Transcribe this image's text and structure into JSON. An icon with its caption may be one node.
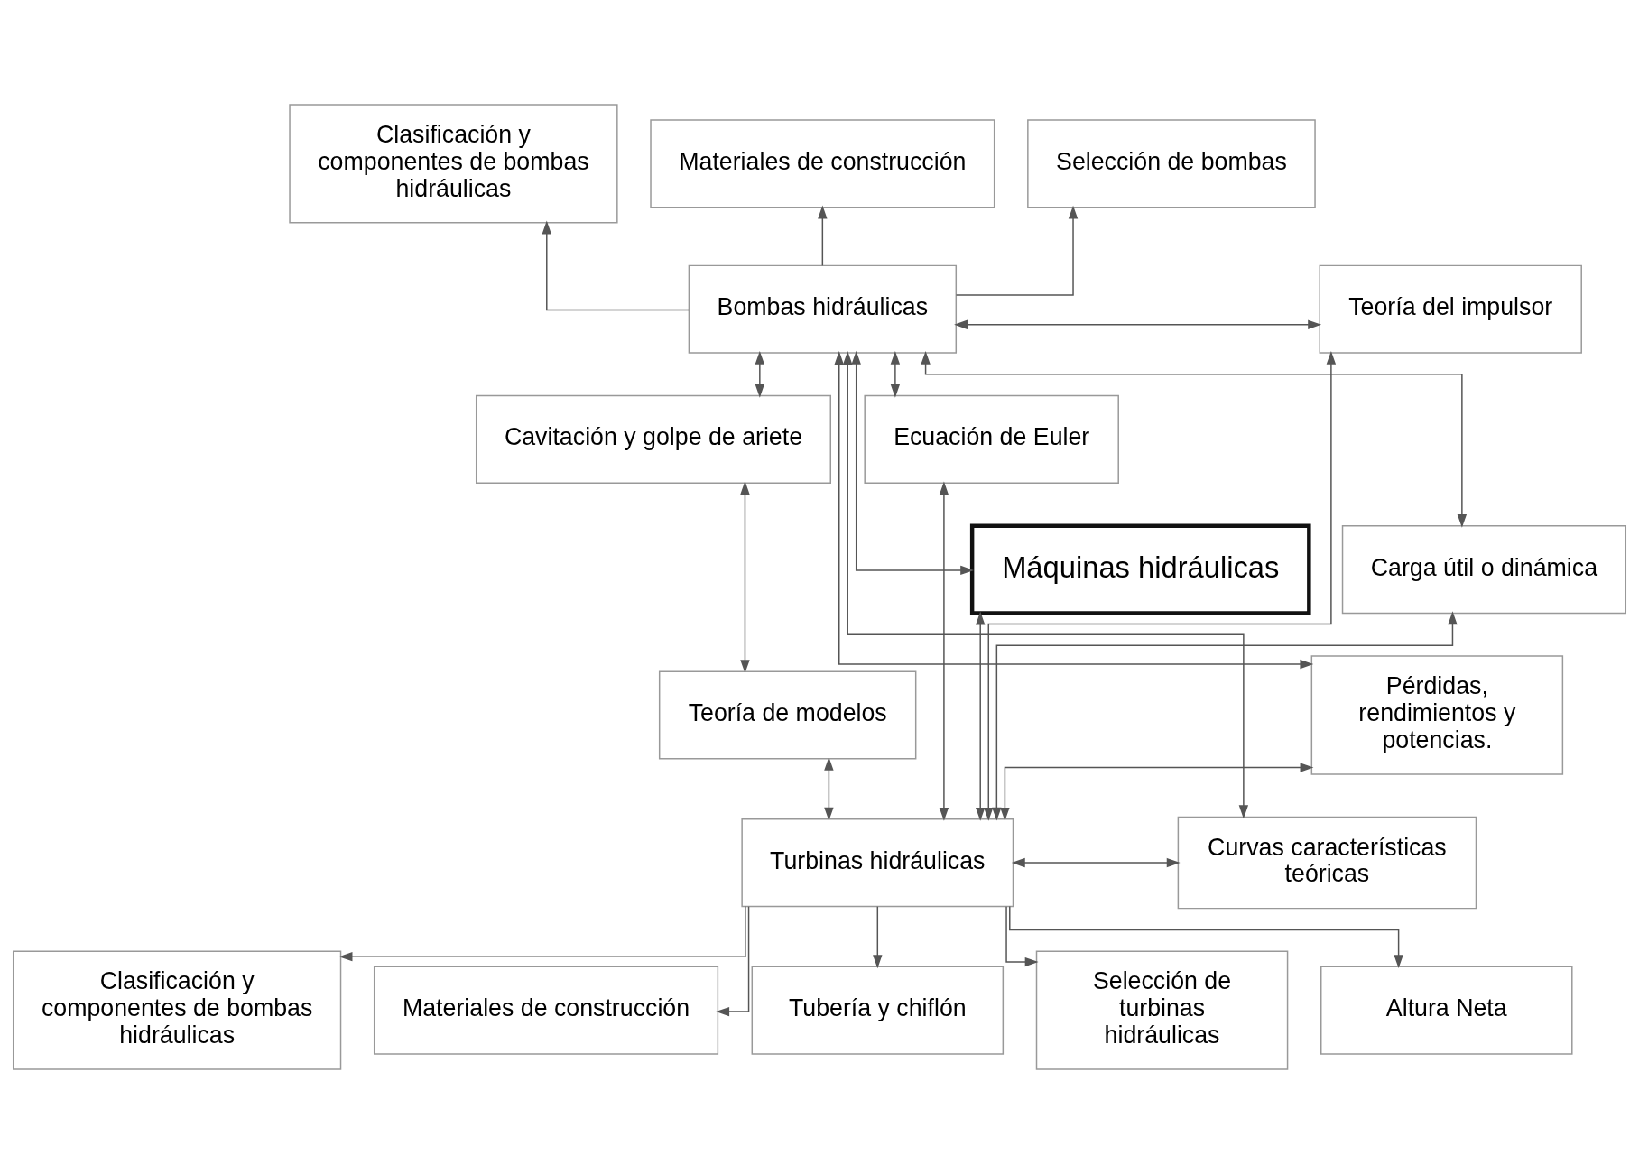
{
  "diagram": {
    "nodes": [
      {
        "text": [
          "Clasificación y componentes de bombas hidráulicas"
        ]
      },
      {
        "text": [
          "Materiales de construcción"
        ]
      },
      {
        "text": [
          "Selección de bombas"
        ]
      },
      {
        "text": [
          "Bombas hidráulicas"
        ]
      },
      {
        "text": [
          "Teoría del impulsor"
        ]
      },
      {
        "text": [
          "Cavitación y golpe de ariete"
        ]
      },
      {
        "text": [
          "Ecuación de Euler"
        ]
      },
      {
        "text": [
          "Máquinas hidráulicas"
        ]
      },
      {
        "text": [
          "Carga útil o dinámica"
        ]
      },
      {
        "text": [
          "Teoría de modelos"
        ]
      },
      {
        "text": [
          "Pérdidas, rendimientos y potencias."
        ]
      },
      {
        "text": [
          "Turbinas hidráulicas"
        ]
      },
      {
        "text": [
          "Curvas características teóricas"
        ]
      },
      {
        "text": [
          "Clasificación y componentes de bombas hidráulicas"
        ]
      },
      {
        "text": [
          "Materiales de construcción"
        ]
      },
      {
        "text": [
          "Tubería y chiflón"
        ]
      },
      {
        "text": [
          "Selección de turbinas hidráulicas"
        ]
      },
      {
        "text": [
          "Altura Neta"
        ]
      }
    ],
    "edges": [
      {
        "from": 3,
        "to": 0,
        "arrow": "to"
      },
      {
        "from": 3,
        "to": 1,
        "arrow": "to"
      },
      {
        "from": 3,
        "to": 2,
        "arrow": "to"
      },
      {
        "from": 3,
        "to": 5,
        "arrow": "both"
      },
      {
        "from": 3,
        "to": 7,
        "arrow": "both"
      },
      {
        "from": 5,
        "to": 9,
        "arrow": "both"
      },
      {
        "from": 7,
        "to": 11,
        "arrow": "both"
      },
      {
        "from": 9,
        "to": 11,
        "arrow": "both"
      },
      {
        "from": 3,
        "to": 4,
        "arrow": "both"
      },
      {
        "from": 3,
        "to": 6,
        "arrow": "both"
      },
      {
        "from": 3,
        "to": 8,
        "arrow": "both"
      },
      {
        "from": 3,
        "to": 10,
        "arrow": "both"
      },
      {
        "from": 3,
        "to": 12,
        "arrow": "both"
      },
      {
        "from": 11,
        "to": 4,
        "arrow": "both"
      },
      {
        "from": 11,
        "to": 6,
        "arrow": "both"
      },
      {
        "from": 11,
        "to": 8,
        "arrow": "both"
      },
      {
        "from": 11,
        "to": 10,
        "arrow": "both"
      },
      {
        "from": 11,
        "to": 12,
        "arrow": "both"
      },
      {
        "from": 11,
        "to": 13,
        "arrow": "to"
      },
      {
        "from": 11,
        "to": 14,
        "arrow": "to"
      },
      {
        "from": 11,
        "to": 15,
        "arrow": "to"
      },
      {
        "from": 11,
        "to": 16,
        "arrow": "to"
      },
      {
        "from": 11,
        "to": 17,
        "arrow": "to"
      }
    ]
  }
}
